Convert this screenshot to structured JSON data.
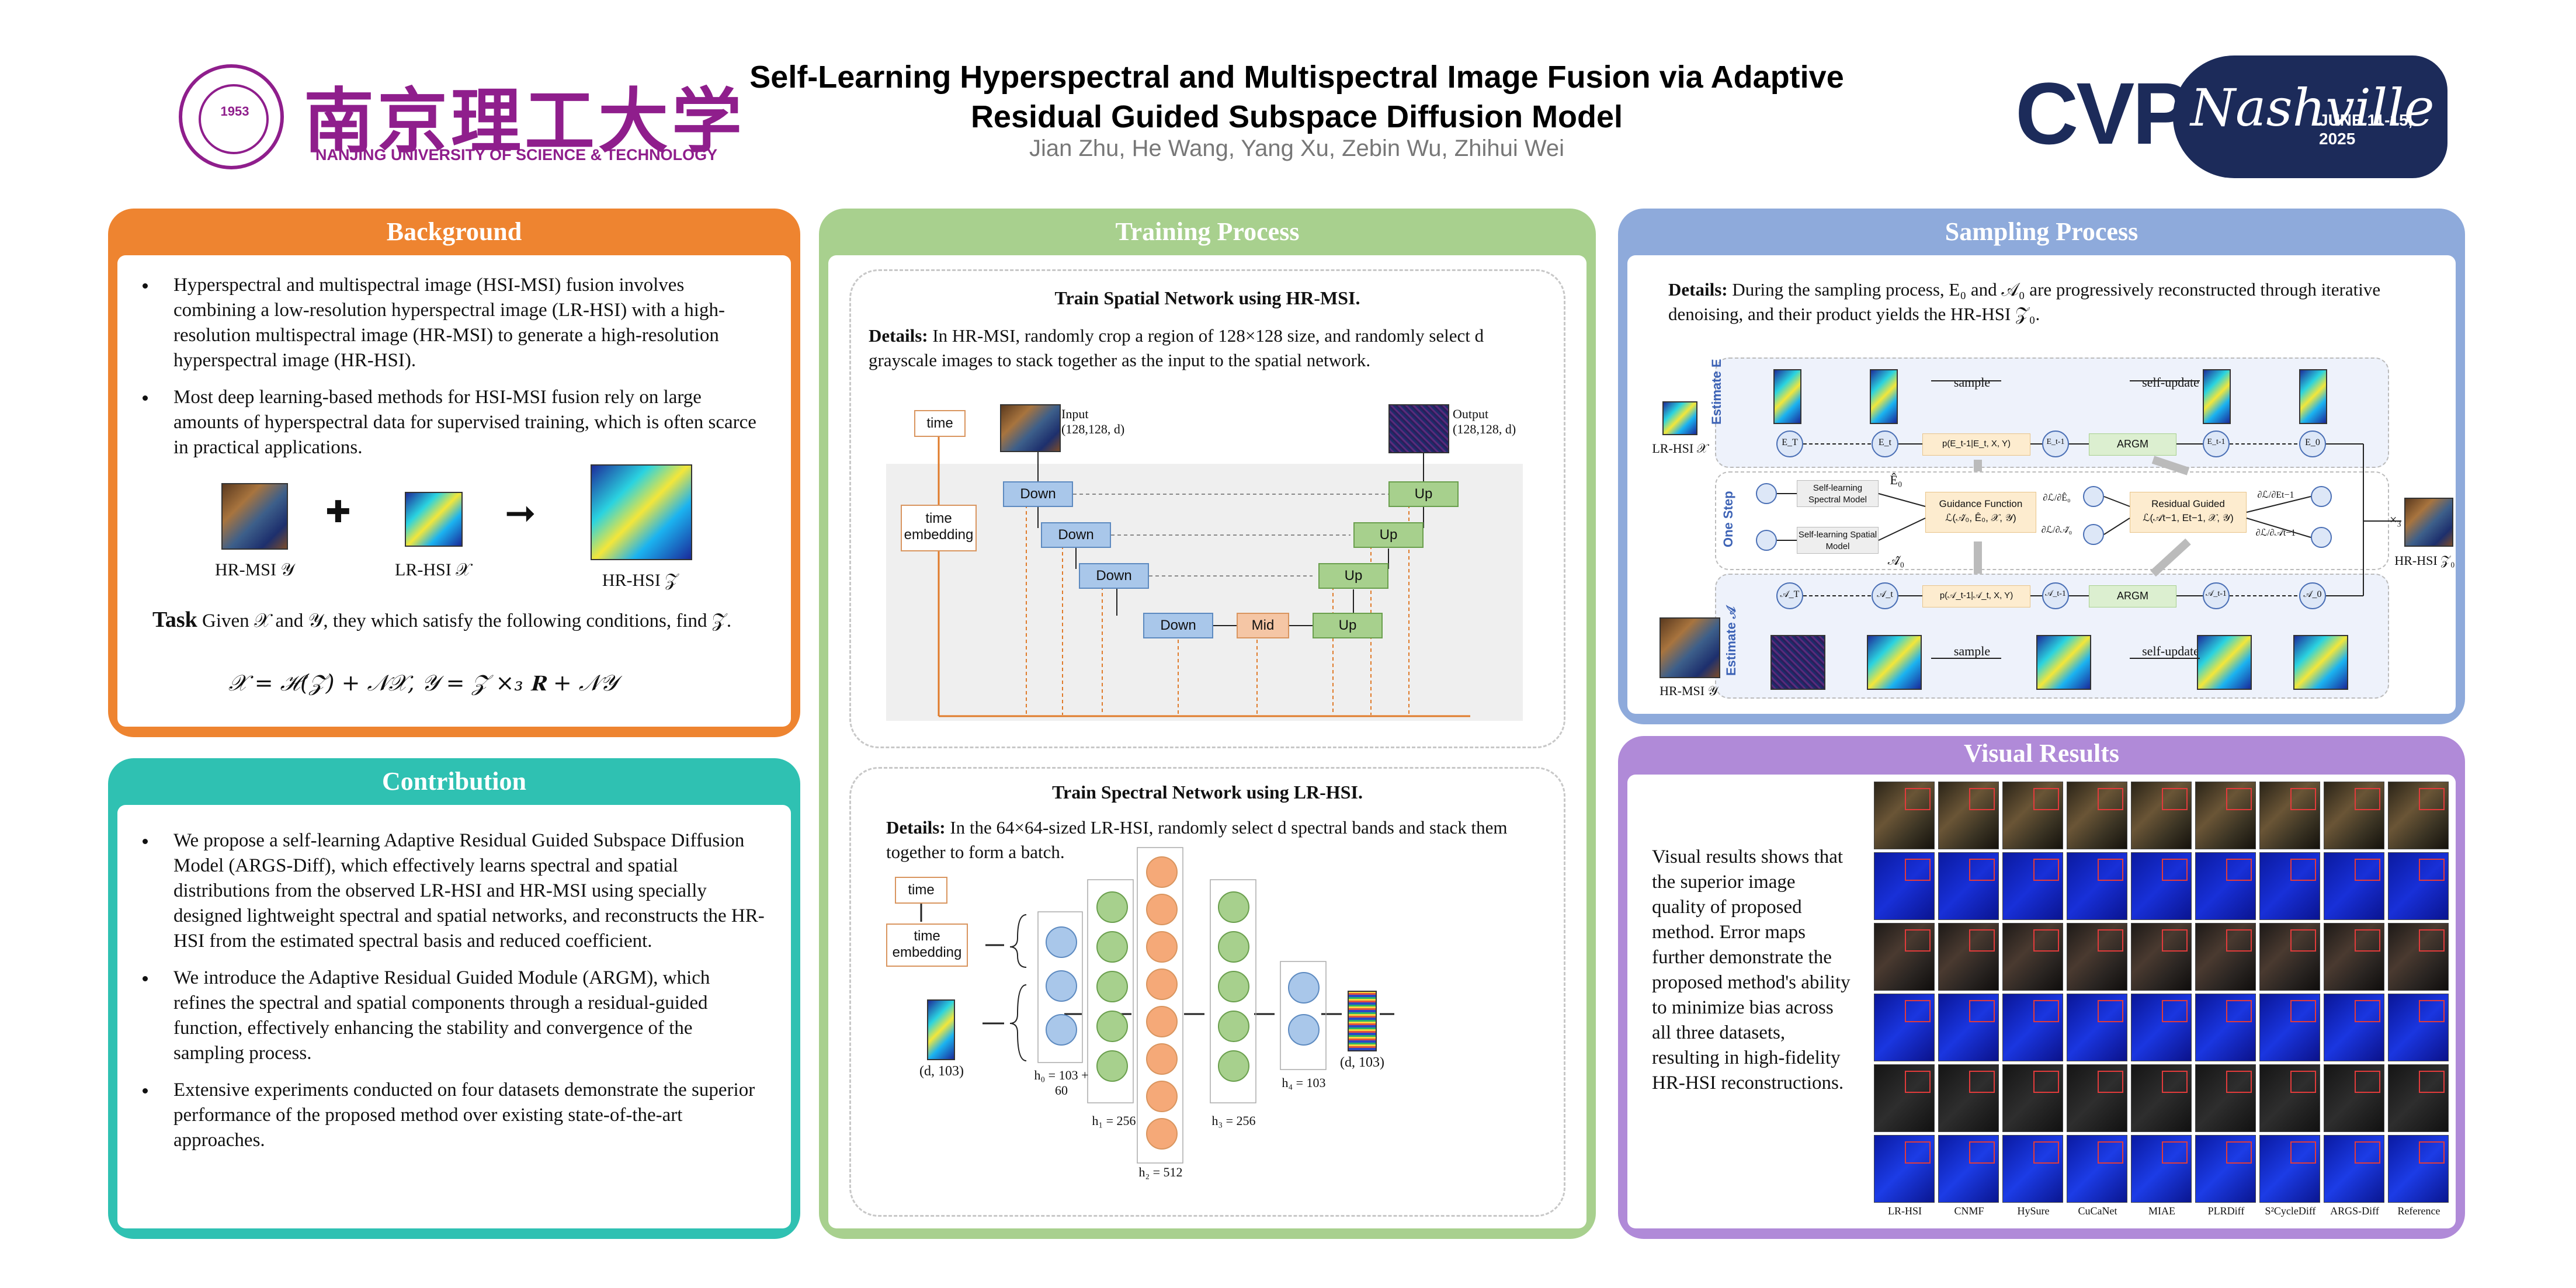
{
  "header": {
    "title": "Self-Learning Hyperspectral and Multispectral Image Fusion via Adaptive Residual Guided Subspace Diffusion Model",
    "title_line1": "Self-Learning Hyperspectral and Multispectral Image Fusion via Adaptive",
    "title_line2": "Residual Guided Subspace Diffusion Model",
    "authors": "Jian Zhu, He Wang, Yang Xu, Zebin Wu, Zhihui Wei",
    "university_cn": "南京理工大学",
    "university_en": "NANJING UNIVERSITY OF SCIENCE & TECHNOLOGY",
    "seal_text": "1953",
    "conference": "CVPR",
    "conference_city": "Nashville",
    "conference_dates": "JUNE 11-15, 2025"
  },
  "colors": {
    "background_panel": "#ee8430",
    "contribution_panel": "#2fc1b2",
    "training_panel": "#a8d08e",
    "sampling_panel": "#8eaadb",
    "visual_panel": "#b08ad8",
    "university": "#8f1e8c",
    "cvpr": "#1c2b5a"
  },
  "background": {
    "heading": "Background",
    "bullets": [
      "Hyperspectral and multispectral image (HSI-MSI) fusion involves combining a low-resolution hyperspectral image (LR-HSI) with a high-resolution multispectral image (HR-MSI) to generate a high-resolution hyperspectral image (HR-HSI).",
      "Most deep learning-based methods for HSI-MSI fusion rely on large amounts of hyperspectral data for supervised training, which is often scarce in practical applications."
    ],
    "images": [
      "HR-MSI 𝒴",
      "LR-HSI 𝒳",
      "HR-HSI 𝒵"
    ],
    "plus": "✚",
    "arrow": "➞",
    "task_label": "Task",
    "task_text": " Given 𝒳 and 𝒴, they which satisfy the following conditions, find 𝒵.",
    "equation": "𝒳 = ℋ(𝒵) + 𝒩𝒳,     𝒴 = 𝒵 ×₃ 𝐑 + 𝒩𝒴"
  },
  "contribution": {
    "heading": "Contribution",
    "bullets": [
      "We propose a self-learning Adaptive Residual Guided Subspace Diffusion Model (ARGS-Diff), which effectively learns spectral and spatial distributions from the observed LR-HSI and HR-MSI using specially designed lightweight spectral and spatial networks, and reconstructs the HR-HSI from the estimated spectral basis and reduced coefficient.",
      "We introduce the Adaptive Residual Guided Module (ARGM), which refines the spectral and spatial components through a residual-guided function, effectively enhancing the stability and convergence of the sampling process.",
      "Extensive experiments conducted on four datasets demonstrate the superior performance of the proposed method over existing state-of-the-art approaches."
    ]
  },
  "training": {
    "heading": "Training Process",
    "spatial": {
      "title": "Train Spatial Network using HR-MSI.",
      "details_label": "Details:",
      "details_text": " In HR-MSI, randomly crop a region of 128×128 size, and randomly select d grayscale images to stack together as the input to the spatial network.",
      "time": "time",
      "time_embedding": "time embedding",
      "input_label": "Input",
      "input_size": "(128,128, d)",
      "output_label": "Output",
      "output_size": "(128,128, d)",
      "down": "Down",
      "mid": "Mid",
      "up": "Up"
    },
    "spectral": {
      "title": "Train Spectral Network using LR-HSI.",
      "details_label": "Details:",
      "details_text": " In the 64×64-sized LR-HSI, randomly select d spectral bands and stack them together to form a batch.",
      "time": "time",
      "time_embedding": "time embedding",
      "input_size": "(d, 103)",
      "output_size": "(d, 103)",
      "layers": [
        "h₀ = 103 + 60",
        "h₁ = 256",
        "h₂ = 512",
        "h₃ = 256",
        "h₄ = 103"
      ]
    }
  },
  "sampling": {
    "heading": "Sampling Process",
    "details_label": "Details:",
    "details_text": " During the sampling process, E₀ and 𝒜₀ are progressively reconstructed through iterative denoising, and their product yields the HR-HSI 𝒵₀.",
    "estimate_e": "Estimate E",
    "one_step": "One Step",
    "estimate_a": "Estimate 𝒜",
    "lr_hsi": "LR-HSI 𝒳",
    "hr_msi": "HR-MSI 𝒴",
    "hr_hsi": "HR-HSI 𝒵₀",
    "nodes_e": [
      "E_T",
      "E_t",
      "E_t-1",
      "E_t-1",
      "E_0"
    ],
    "nodes_a": [
      "𝒜_T",
      "𝒜_t",
      "𝒜_t-1",
      "𝒜_t-1",
      "𝒜_0"
    ],
    "sample": "sample",
    "self_update": "self-update",
    "argm": "ARGM",
    "posterior_e": "p(E_t-1|E_t, X, Y)",
    "posterior_a": "p(𝒜_t-1|𝒜_t, X, Y)",
    "spectral_model": "Self-learning Spectral Model",
    "spatial_model": "Self-learning Spatial Model",
    "guidance": "Guidance Function",
    "guidance_sub": "ℒ(𝒜̂₀, Ê₀, 𝒳, 𝒴)",
    "residual": "Residual Guided",
    "residual_sub": "ℒ(𝒜t−1, Et−1, 𝒳, 𝒴)",
    "e0_hat": "Ê₀",
    "a0_hat": "𝒜̂₀",
    "times": "×₃",
    "grad_e": "∂ℒ/∂Ê₀",
    "grad_a": "∂ℒ/∂𝒜̂₀",
    "grad_e2": "∂ℒ/∂Et−1",
    "grad_a2": "∂ℒ/∂𝒜t−1"
  },
  "visual": {
    "heading": "Visual Results",
    "text": "Visual results shows that the superior image quality of proposed method. Error maps further demonstrate the proposed method's ability to minimize bias across all three datasets, resulting in high-fidelity HR-HSI reconstructions.",
    "methods": [
      "LR-HSI",
      "CNMF",
      "HySure",
      "CuCaNet",
      "MIAE",
      "PLRDiff",
      "S²CycleDiff",
      "ARGS-Diff",
      "Reference"
    ]
  }
}
